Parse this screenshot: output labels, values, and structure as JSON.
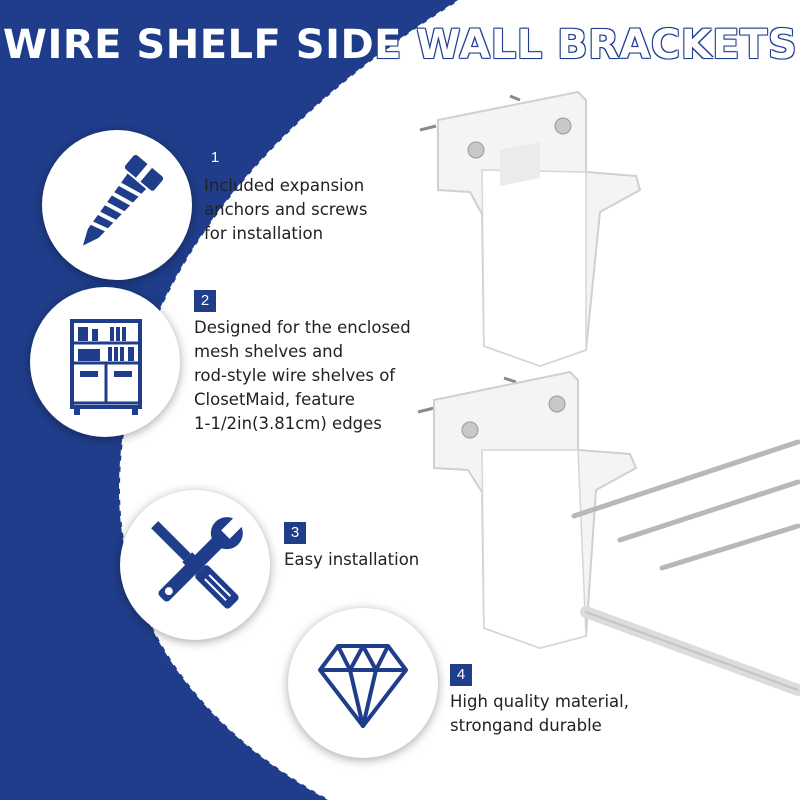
{
  "title": "WIRE SHELF SIDE WALL BRACKETS",
  "colors": {
    "brand_blue": "#1f3d8a",
    "accent_blue": "#2a5bb8",
    "background_white": "#ffffff",
    "text_dark": "#222222"
  },
  "features": [
    {
      "number": "1",
      "icon": "screw-icon",
      "lines": [
        "Included expansion",
        "anchors and screws",
        "for installation"
      ]
    },
    {
      "number": "2",
      "icon": "bookshelf-icon",
      "lines": [
        "Designed for the enclosed",
        "mesh shelves and",
        "rod-style wire shelves of",
        "ClosetMaid, feature",
        "1-1/2in(3.81cm) edges"
      ]
    },
    {
      "number": "3",
      "icon": "tools-icon",
      "lines": [
        "Easy installation"
      ]
    },
    {
      "number": "4",
      "icon": "diamond-icon",
      "lines": [
        "High quality material,",
        "strongand durable"
      ]
    }
  ]
}
